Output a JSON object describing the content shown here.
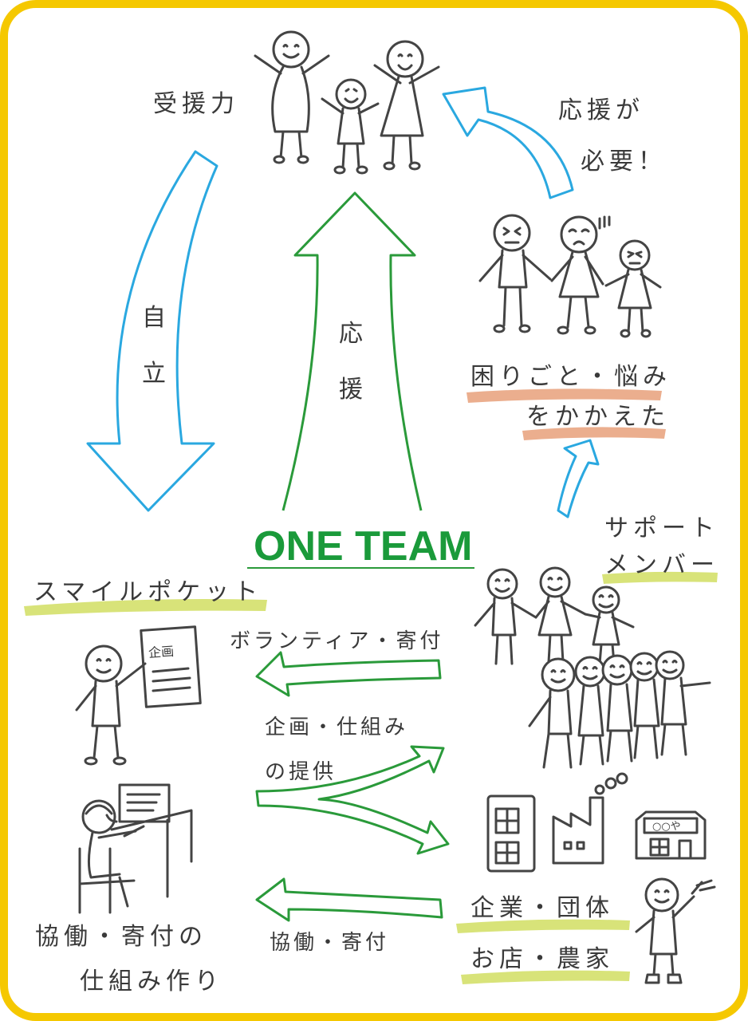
{
  "labels": {
    "juen_ryoku": "受援力",
    "jiritsu_1": "自",
    "jiritsu_2": "立",
    "ouen_1": "応",
    "ouen_2": "援",
    "ouen_hitsuyou_1": "応援が",
    "ouen_hitsuyou_2": "必要！",
    "komarigoto_1": "困りごと・悩み",
    "komarigoto_2": "をかかえた",
    "one_team": "ONE TEAM",
    "support_1": "サポート",
    "support_2": "メンバー",
    "smile_pocket": "スマイルポケット",
    "volunteer": "ボランティア・寄付",
    "kikaku_1": "企画・仕組み",
    "kikaku_2": "の提供",
    "kigyou": "企業・団体",
    "omise": "お店・農家",
    "kyoudou_kifu": "協働・寄付",
    "kyoudou_shikumi_1": "協働・寄付の",
    "kyoudou_shikumi_2": "仕組み作り",
    "doc_title": "企画",
    "shop_sign": "○○や"
  },
  "colors": {
    "frame": "#f5c800",
    "blue_arrow": "#2aa8e0",
    "green_arrow": "#2a9a3a",
    "title": "#1a9a3a",
    "underline_orange": "#e8a07a",
    "underline_lime": "#d4e06a",
    "ink": "#3a3a3a"
  }
}
